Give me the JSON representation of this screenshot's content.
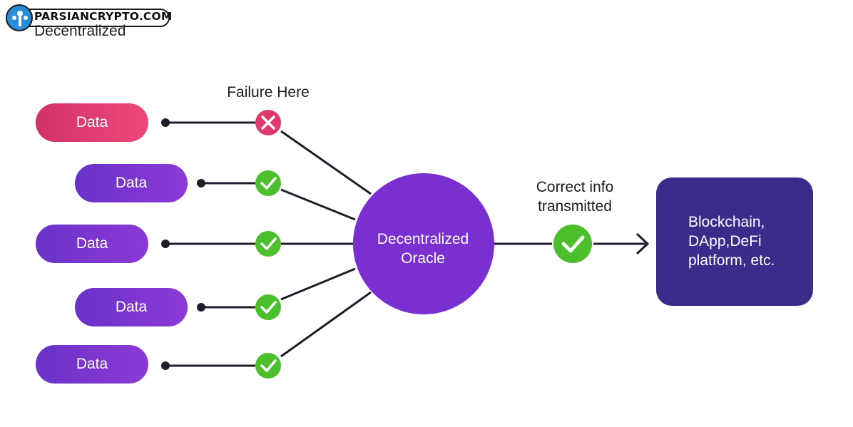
{
  "logo": {
    "text": "PARSIANCRYPTO.COM"
  },
  "subtitle": "Decentralized",
  "failure_label": "Failure Here",
  "data_sources": [
    {
      "label": "Data",
      "status": "failed"
    },
    {
      "label": "Data",
      "status": "ok"
    },
    {
      "label": "Data",
      "status": "ok"
    },
    {
      "label": "Data",
      "status": "ok"
    },
    {
      "label": "Data",
      "status": "ok"
    }
  ],
  "oracle": {
    "line1": "Decentralized",
    "line2": "Oracle"
  },
  "transmit": {
    "line1": "Correct info",
    "line2": "transmitted"
  },
  "destination": {
    "line1": "Blockchain,",
    "line2": "DApp,DeFi",
    "line3": "platform, etc."
  },
  "colors": {
    "failed": "#e03a6c",
    "ok": "#4cbf2c",
    "oracle": "#7a2fd0",
    "destination": "#3b2b8a"
  }
}
